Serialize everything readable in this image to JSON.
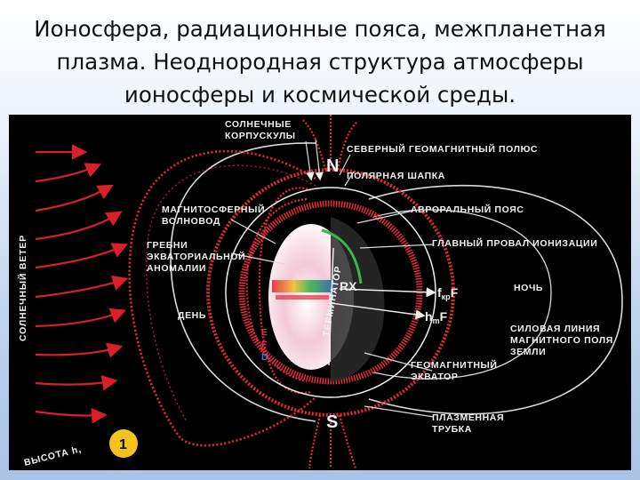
{
  "slide": {
    "title_line1": "Ионосфера, радиационные пояса, межпланетная",
    "title_line2": "плазма. Неоднородная структура атмосферы",
    "title_line3": "ионосферы и космической среды."
  },
  "diagram": {
    "labels": {
      "solar_corpuscles_1": "СОЛНЕЧНЫЕ",
      "solar_corpuscles_2": "КОРПУСКУЛЫ",
      "north_pole": "СЕВЕРНЫЙ  ГЕОМАГНИТНЫЙ  ПОЛЮС",
      "polar_cap": "ПОЛЯРНАЯ  ШАПКА",
      "north_letter": "N",
      "south_letter": "S",
      "auroral_belt": "АВРОРАЛЬНЫЙ  ПОЯС",
      "main_trough": "ГЛАВНЫЙ  ПРОВАЛ  ИОНИЗАЦИИ",
      "magnetospheric_waveguide_1": "МАГНИТОСФЕРНЫЙ",
      "magnetospheric_waveguide_2": "ВОЛНОВОД",
      "equatorial_crests_1": "ГРЕБНИ",
      "equatorial_crests_2": "ЭКВАТОРИАЛЬНОЙ",
      "equatorial_crests_3": "АНОМАЛИИ",
      "day": "ДЕНЬ",
      "night": "НОЧЬ",
      "rx": "RX",
      "fkpf_main": "f",
      "fkpf_sub": "кр",
      "fkpf_tail": "F",
      "hmf_main": "h",
      "hmf_sub": "m",
      "hmf_tail": "F",
      "field_line_1": "СИЛОВАЯ  ЛИНИЯ",
      "field_line_2": "МАГНИТНОГО  ПОЛЯ",
      "field_line_3": "ЗЕМЛИ",
      "geomag_equator_1": "ГЕОМАГНИТНЫЙ",
      "geomag_equator_2": "ЭКВАТОР",
      "plasma_tube_1": "ПЛАЗМЕННАЯ",
      "plasma_tube_2": "ТРУБКА",
      "solar_wind": "СОЛНЕЧНЫЙ  ВЕТЕР",
      "height": "ВЫСОТА  h,",
      "terminator": "ТЕРМИНАТОР",
      "layer_e": "E",
      "layer_f": "F",
      "layer_d": "D",
      "badge": "1"
    },
    "colors": {
      "field_line_red": "#e8293e",
      "arrow_red": "#d81f2a",
      "badge_yellow": "#f4c21d",
      "outline_white": "#eeeeee"
    }
  }
}
